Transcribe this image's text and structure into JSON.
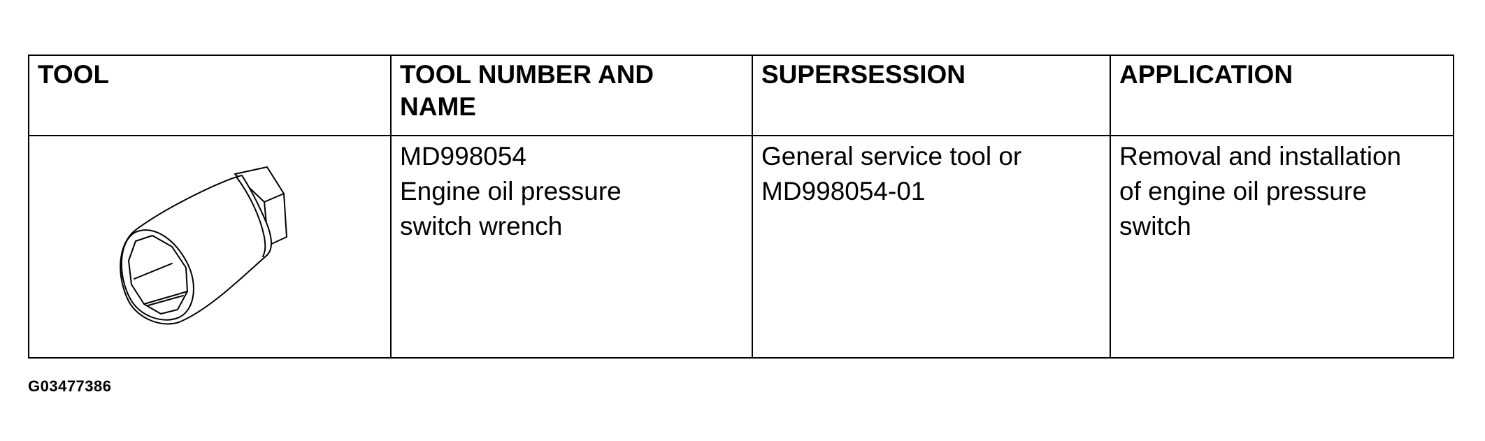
{
  "table": {
    "headers": {
      "tool": "TOOL",
      "number_name": [
        "TOOL NUMBER AND",
        "NAME"
      ],
      "supersession": "SUPERSESSION",
      "application": "APPLICATION"
    },
    "row": {
      "tool_illustration": "oil-pressure-switch-wrench-icon",
      "number_name": [
        "MD998054",
        "Engine oil pressure",
        "switch wrench"
      ],
      "supersession": [
        "General service tool or",
        "MD998054-01"
      ],
      "application": [
        "Removal and installation",
        "of engine oil pressure",
        "switch"
      ]
    }
  },
  "figure_id": "G03477386"
}
